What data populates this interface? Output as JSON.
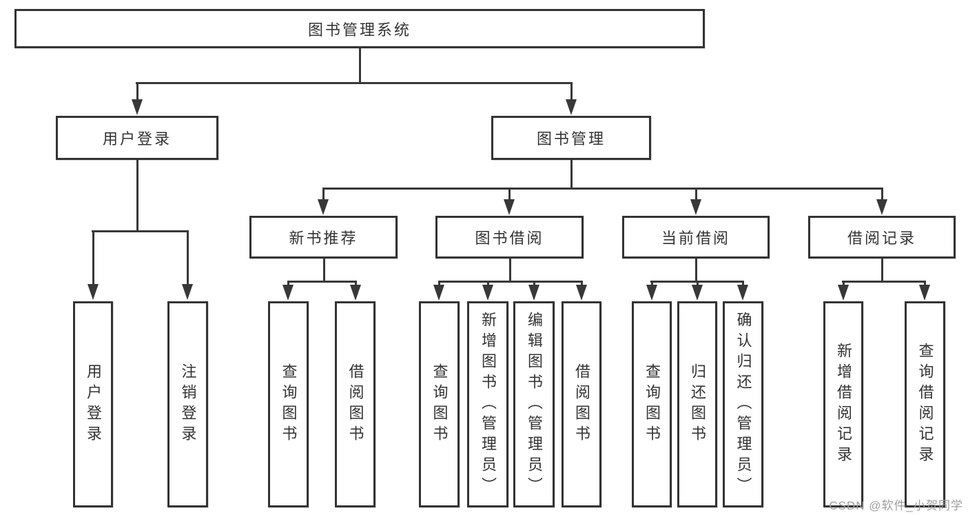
{
  "diagram": {
    "root": {
      "label": "图书管理系统"
    },
    "level2": [
      {
        "label": "用户登录"
      },
      {
        "label": "图书管理"
      }
    ],
    "level3": [
      {
        "label": "新书推荐"
      },
      {
        "label": "图书借阅"
      },
      {
        "label": "当前借阅"
      },
      {
        "label": "借阅记录"
      }
    ],
    "leaves": [
      {
        "label": "用户登录"
      },
      {
        "label": "注销登录"
      },
      {
        "label": "查询图书"
      },
      {
        "label": "借阅图书"
      },
      {
        "label": "查询图书"
      },
      {
        "label": "新增图书（管理员）"
      },
      {
        "label": "编辑图书（管理员）"
      },
      {
        "label": "借阅图书"
      },
      {
        "label": "查询图书"
      },
      {
        "label": "归还图书"
      },
      {
        "label": "确认归还（管理员）"
      },
      {
        "label": "新增借阅记录"
      },
      {
        "label": "查询借阅记录"
      }
    ]
  },
  "watermark": {
    "text": "CSDN @软件_小贺同学"
  },
  "colors": {
    "line": "#383838",
    "border": "#333333",
    "text": "#333333",
    "watermark": "#9e9e9e",
    "background": "#ffffff"
  }
}
